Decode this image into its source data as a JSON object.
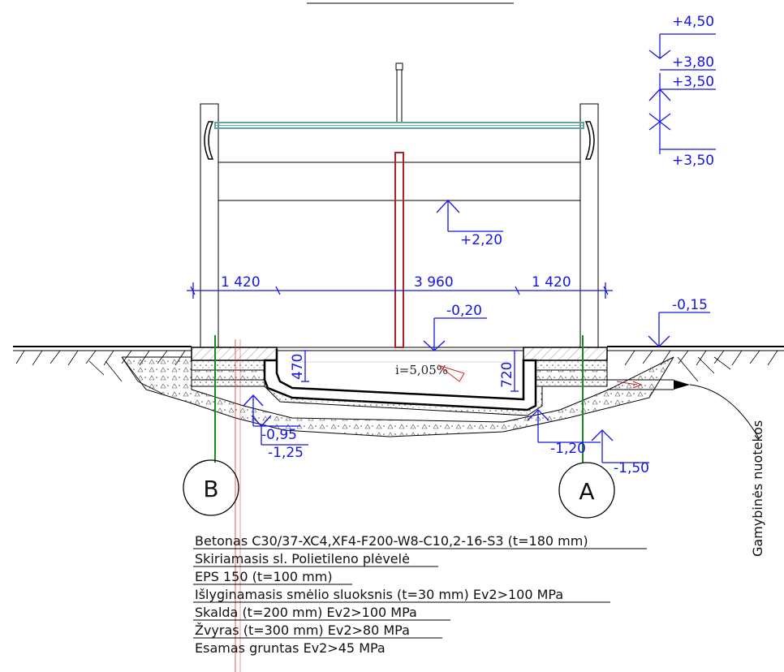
{
  "dimensions": [
    "1 420",
    "3 960",
    "1 420"
  ],
  "levels": {
    "top1": "+4,50",
    "top2": "+3,80",
    "top3": "+3,50",
    "top4": "+3,50",
    "mid": "+2,20",
    "ground_right": "-0,15",
    "floor": "-0,20",
    "left_a": "-0,95",
    "left_b": "-1,25",
    "right_a": "-1,20",
    "right_b": "-1,50"
  },
  "depths": {
    "left": "470",
    "right": "720"
  },
  "slope": "i=5,05%",
  "axes": {
    "left": "B",
    "right": "A"
  },
  "side_label": "Gamybinės nuotekos",
  "legend": [
    "Betonas C30/37-XC4,XF4-F200-W8-C10,2-16-S3 (t=180 mm)",
    "Skiriamasis sl. Polietileno plėvelė",
    "EPS 150 (t=100 mm)",
    "Išlyginamasis smėlio sluoksnis (t=30 mm) Ev2>100 MPa",
    "Skalda (t=200 mm) Ev2>100 MPa",
    "Žvyras (t=300 mm) Ev2>80 MPa",
    "Esamas gruntas Ev2>45 MPa"
  ],
  "colors": {
    "dimension": "#1515e6",
    "glass_rail": "#5fa8a0",
    "red_post": "#b22222",
    "axis_line": "#1a8a1a",
    "drawing": "#000000"
  }
}
